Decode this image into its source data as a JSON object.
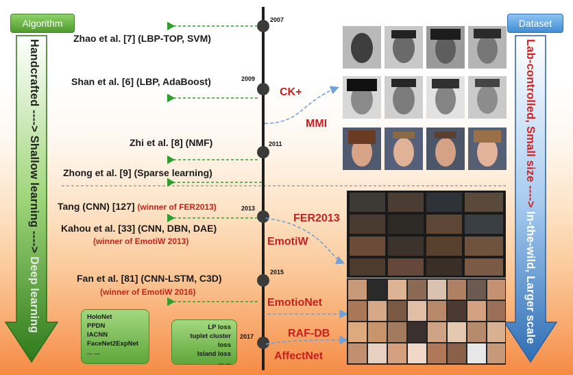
{
  "labels": {
    "algorithm": "Algorithm",
    "dataset": "Dataset",
    "algo_vertical_a": "Handcrafted ----> Shallow learning ---->",
    "algo_vertical_b": " Deep learning",
    "data_vertical_a": "Lab-controlled, Small size ----> ",
    "data_vertical_b": "In-the-wild, Larger scale"
  },
  "years": [
    "2007",
    "2009",
    "2011",
    "2013",
    "2015",
    "2017"
  ],
  "references": {
    "zhao": "Zhao et al. [7] (LBP-TOP, SVM)",
    "shan": "Shan et al. [6] (LBP, AdaBoost)",
    "zhi": "Zhi et al. [8] (NMF)",
    "zhong": "Zhong et al. [9] (Sparse learning)",
    "tang": "Tang (CNN) [127] ",
    "tang_winner": "(winner of FER2013)",
    "kahou": "Kahou et al. [33] (CNN, DBN, DAE)",
    "kahou_winner": "(winner of EmotiW 2013)",
    "fan": "Fan et al. [81] (CNN-LSTM, C3D)",
    "fan_winner": "(winner of EmotiW 2016)"
  },
  "datasets": {
    "ckplus": "CK+",
    "mmi": "MMI",
    "fer2013": "FER2013",
    "emotiw": "EmotiW",
    "emotionet": "EmotioNet",
    "rafdb": "RAF-DB",
    "affectnet": "AffectNet"
  },
  "left_box_items": [
    "HoloNet",
    "PPDN",
    "IACNN",
    "FaceNet2ExpNet",
    "... ..."
  ],
  "right_box_items": [
    "LP loss",
    "tuplet cluster loss",
    "Island loss",
    "... ..."
  ],
  "colors": {
    "green_arrow": "#2f9e2f",
    "blue_dash": "#5b9bd5",
    "dataset_red": "#c71f1f",
    "winner_red": "#c0241a"
  }
}
